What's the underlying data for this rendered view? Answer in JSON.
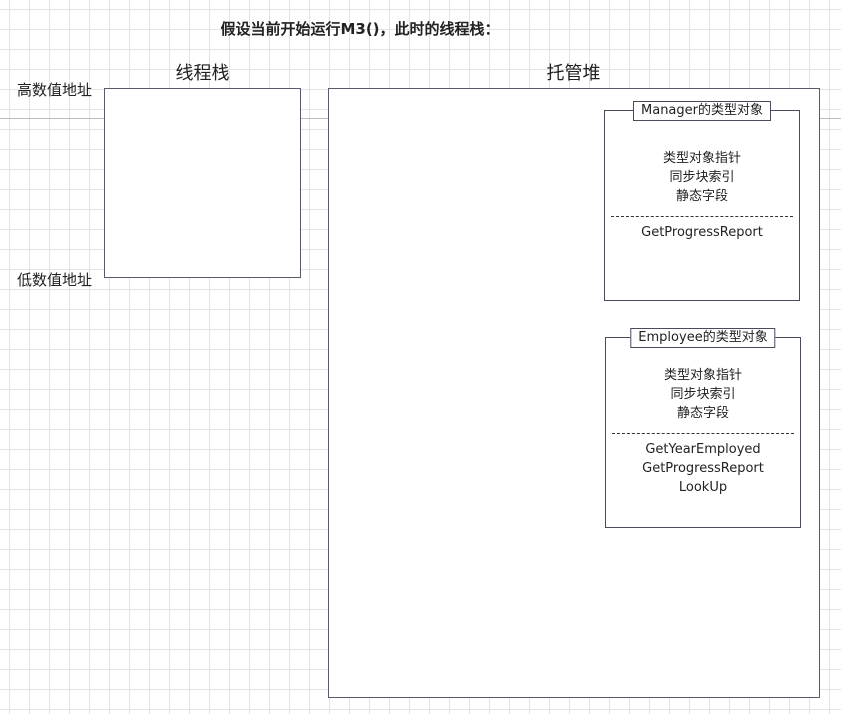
{
  "title": "假设当前开始运行M3()，此时的线程栈：",
  "thread_stack": {
    "label": "线程栈",
    "high_address_label": "高数值地址",
    "low_address_label": "低数值地址"
  },
  "managed_heap": {
    "label": "托管堆",
    "objects": [
      {
        "caption": "Manager的类型对象",
        "fields": [
          "类型对象指针",
          "同步块索引",
          "静态字段"
        ],
        "methods": [
          "GetProgressReport"
        ]
      },
      {
        "caption": "Employee的类型对象",
        "fields": [
          "类型对象指针",
          "同步块索引",
          "静态字段"
        ],
        "methods": [
          "GetYearEmployed",
          "GetProgressReport",
          "LookUp"
        ]
      }
    ]
  }
}
